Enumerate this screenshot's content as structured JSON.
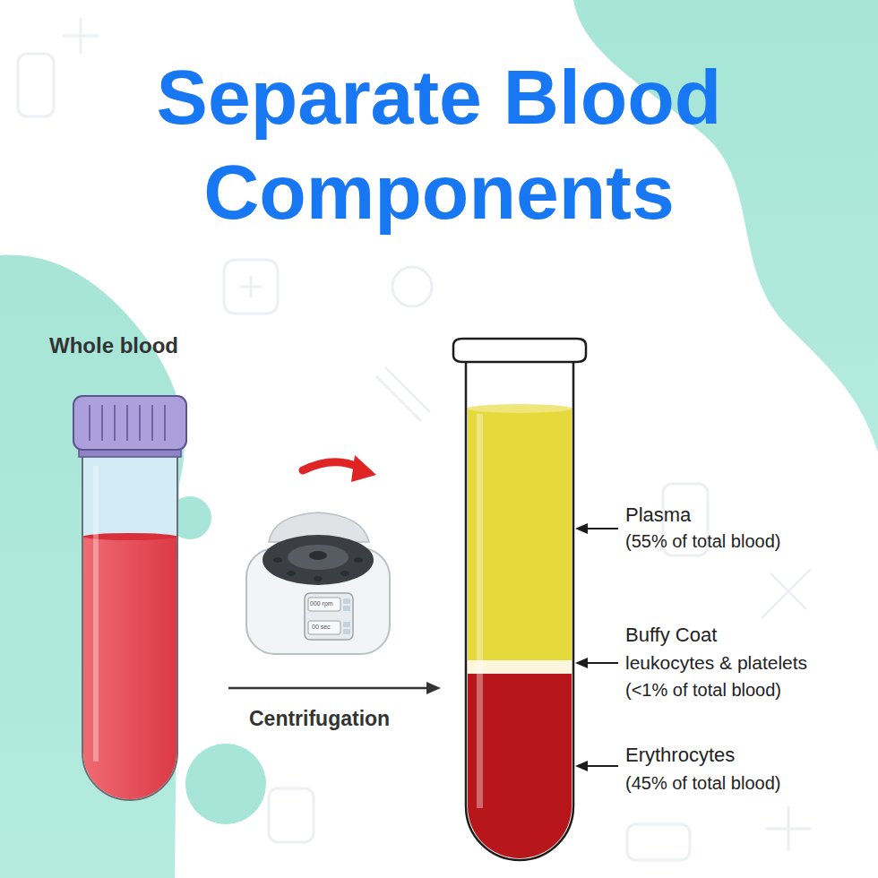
{
  "diagram": {
    "title": "Separate Blood Components",
    "labels": [
      "Whole blood",
      "000 rpm",
      "00 sec",
      "Centrifugation",
      "Plasma",
      "(55% of total blood)",
      "Buffy Coat",
      "leukocytes & platelets",
      "(<1% of total blood)",
      "Erythrocytes",
      "(45% of total blood)"
    ]
  }
}
